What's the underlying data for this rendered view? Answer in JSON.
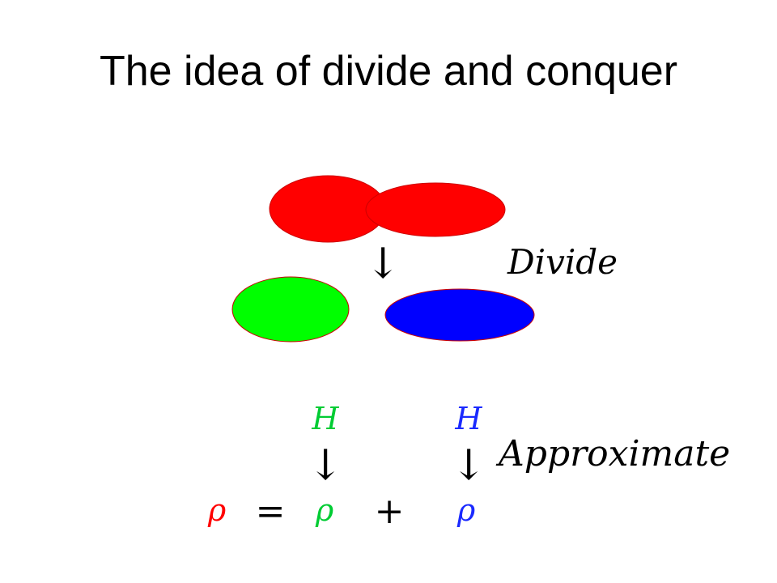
{
  "title": "The idea of divide and conquer",
  "labels": {
    "divide": "Divide",
    "approximate": "Approximate"
  },
  "symbols": {
    "arrow": "↓",
    "hamiltonian": "H",
    "rho": "ρ",
    "equals": "=",
    "plus": "+"
  },
  "colors": {
    "whole_system": "#ff0000",
    "subsystem_1": "#00ff00",
    "subsystem_2": "#0000ff",
    "text": "#000000",
    "subsystem_1_label": "#00cc33",
    "subsystem_2_label": "#1a2aff"
  }
}
